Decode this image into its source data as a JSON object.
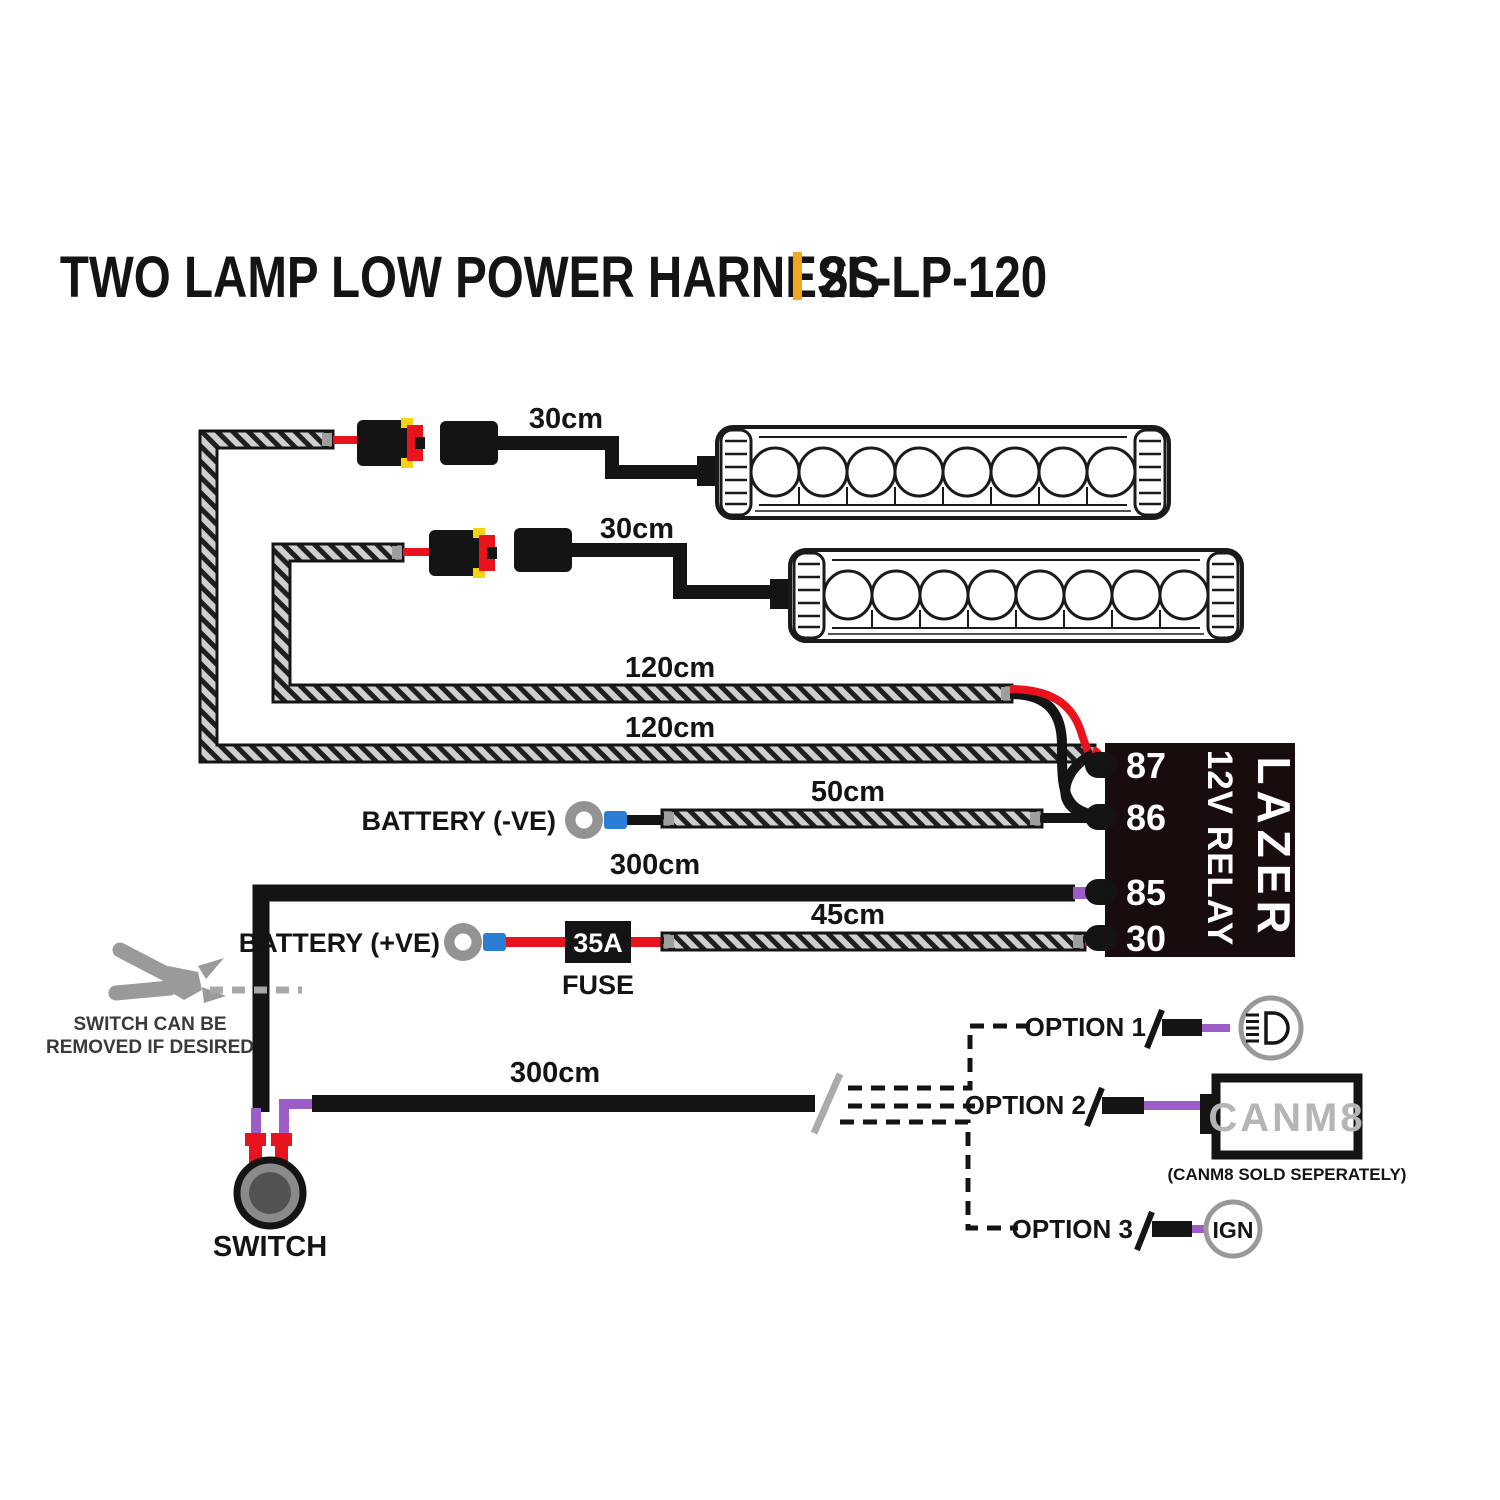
{
  "title": {
    "main": "TWO LAMP LOW POWER HARNESS",
    "code": "2L-LP-120"
  },
  "lamps": {
    "lamp1_cable": "30cm",
    "lamp2_cable": "30cm"
  },
  "cables": {
    "lamp1_extension": "120cm",
    "lamp2_extension": "120cm",
    "battery_negative": "50cm",
    "relay_to_switch": "300cm",
    "battery_positive": "45cm",
    "switch_to_options": "300cm"
  },
  "battery": {
    "negative_label": "BATTERY (-VE)",
    "positive_label": "BATTERY (+VE)"
  },
  "fuse": {
    "rating": "35A",
    "label": "FUSE"
  },
  "relay": {
    "brand": "LAZER",
    "label": "12V RELAY",
    "pin_87": "87",
    "pin_86": "86",
    "pin_85": "85",
    "pin_30": "30"
  },
  "switch_area": {
    "label": "SWITCH",
    "note_line1": "SWITCH CAN BE",
    "note_line2": "REMOVED IF DESIRED"
  },
  "options": {
    "option1_label": "OPTION 1",
    "option2_label": "OPTION 2",
    "option3_label": "OPTION 3",
    "canm8_label": "CANM8",
    "canm8_note": "(CANM8 SOLD SEPERATELY)",
    "ign_label": "IGN"
  },
  "colors": {
    "accent_orange": "#F0A61E",
    "wire_red": "#E8131C",
    "wire_purple": "#9D5DC9",
    "wire_black": "#141414",
    "terminal_gray": "#939393",
    "crimp_blue": "#2A7FD4",
    "relay_body": "#190C0C"
  }
}
